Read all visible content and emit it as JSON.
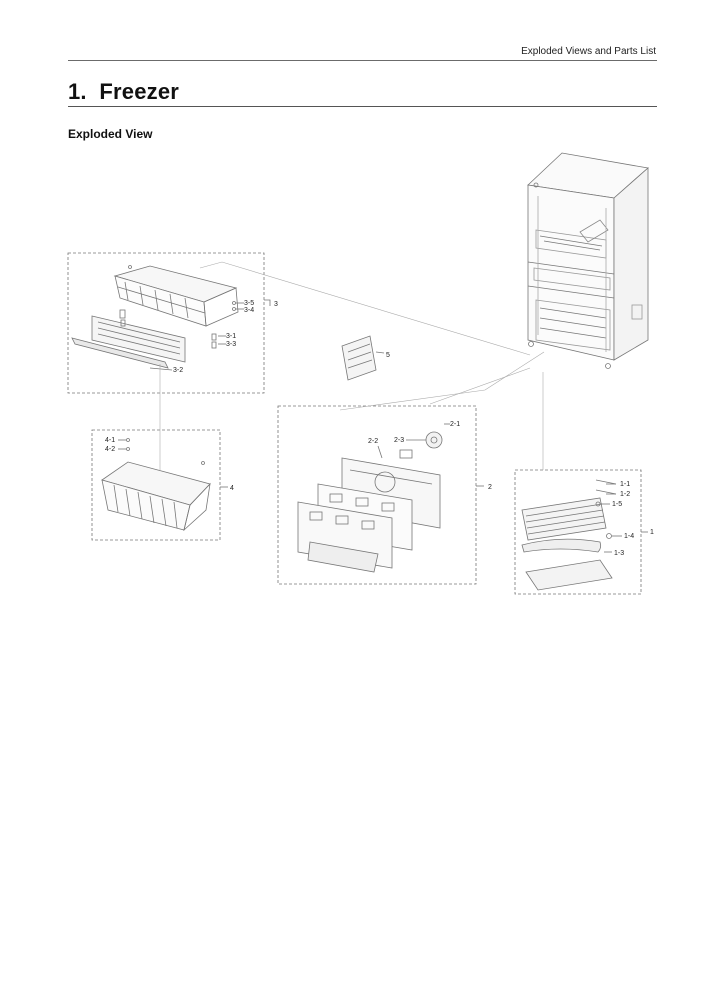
{
  "header": {
    "text": "Exploded Views and Parts List"
  },
  "section": {
    "number": "1.",
    "name": "Freezer"
  },
  "subtitle": "Exploded View",
  "callouts": {
    "c1": "1",
    "c1_1": "1-1",
    "c1_2": "1-2",
    "c1_3": "1-3",
    "c1_4": "1-4",
    "c1_5": "1-5",
    "c2": "2",
    "c2_1": "2-1",
    "c2_2": "2-2",
    "c2_3": "2-3",
    "c3": "3",
    "c3_1": "3-1",
    "c3_2": "3-2",
    "c3_3": "3-3",
    "c3_4": "3-4",
    "c3_5": "3-5",
    "c4": "4",
    "c4_1": "4-1",
    "c4_2": "4-2",
    "c5": "5"
  }
}
